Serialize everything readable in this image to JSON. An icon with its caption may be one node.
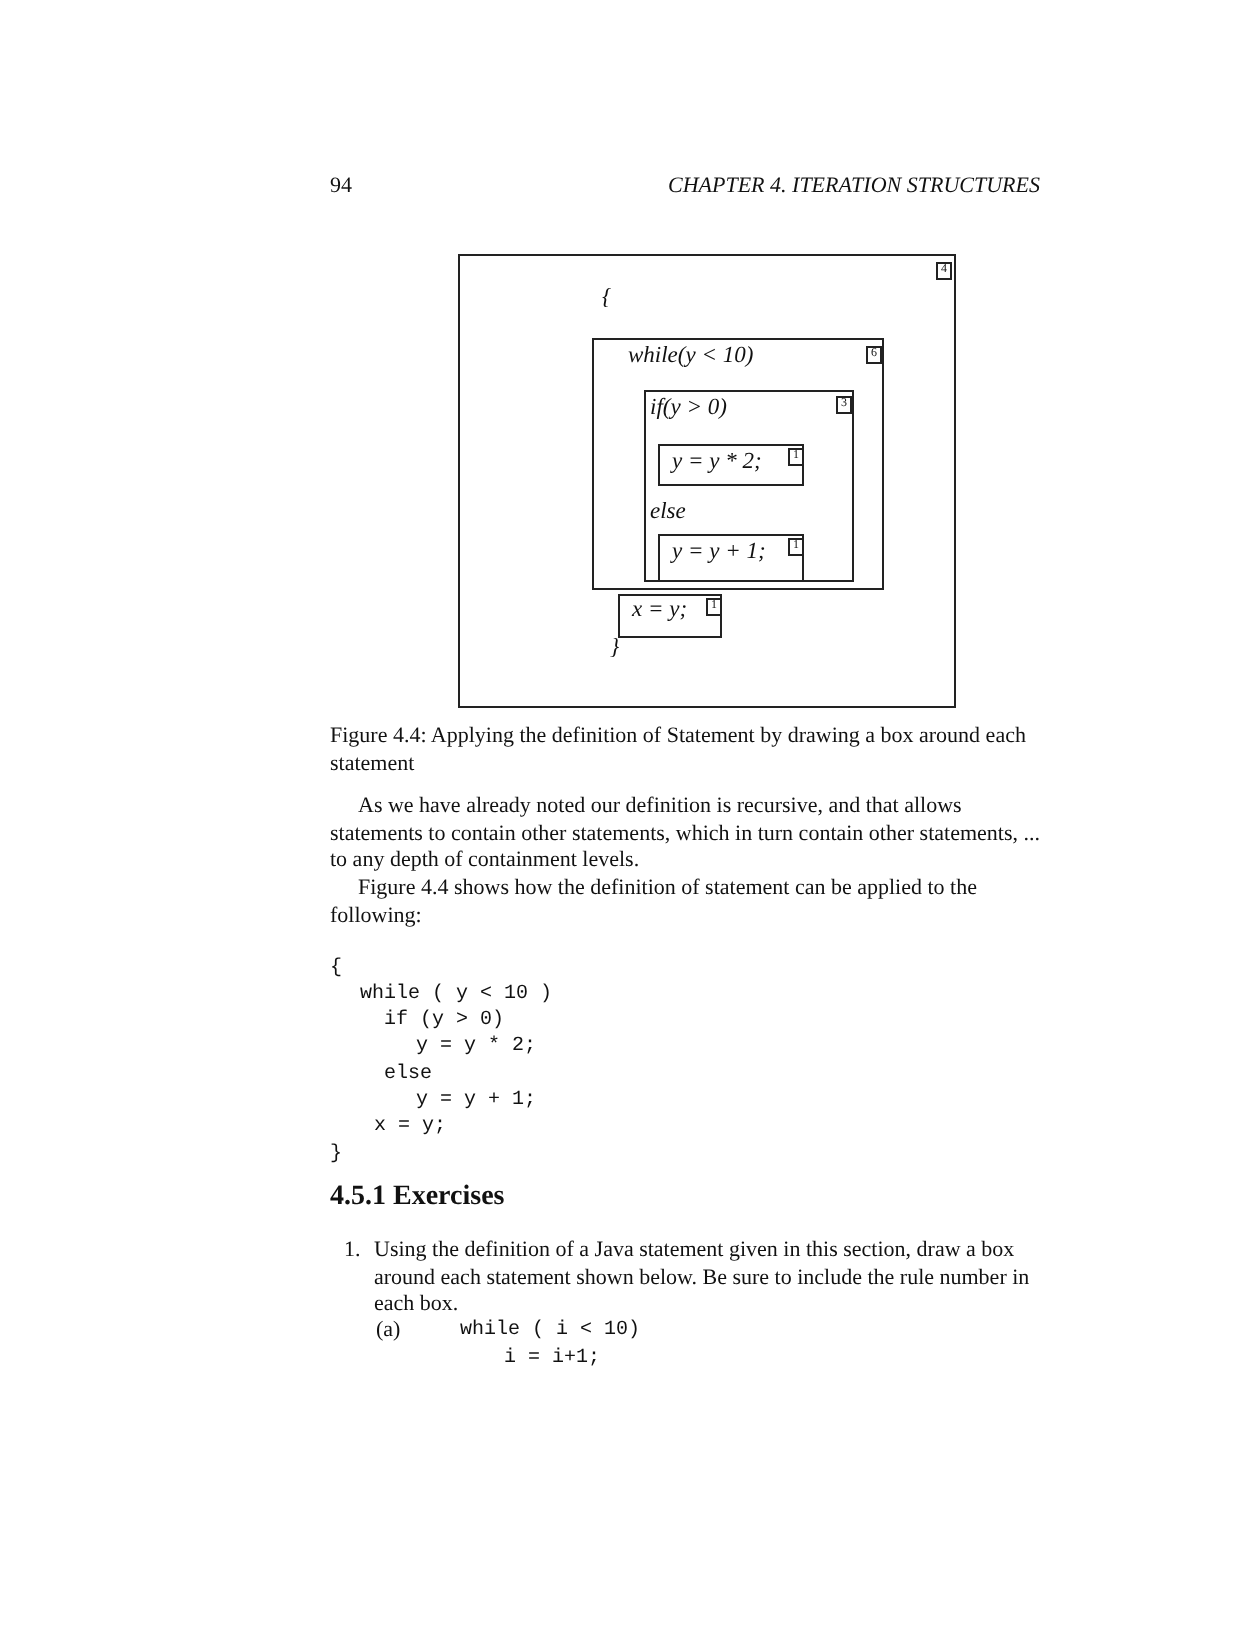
{
  "diagram": {
    "caption": "Figure 4.4: Applying the definition of Statement by drawing a box around each statement",
    "nodes": [
      {
        "text": [
          "{",
          "}"
        ]
      },
      {
        "text": [
          "4"
        ],
        "in": 0
      },
      {
        "text": [
          "while(y < 10)"
        ],
        "in": 0
      },
      {
        "text": [
          "6"
        ],
        "in": 2
      },
      {
        "text": [
          "if(y > 0)",
          "else"
        ],
        "in": 2
      },
      {
        "text": [
          "3"
        ],
        "in": 4
      },
      {
        "text": [
          "y = y * 2;"
        ],
        "in": 4
      },
      {
        "text": [
          "1"
        ],
        "in": 6
      },
      {
        "text": [
          "y = y + 1;"
        ],
        "in": 4
      },
      {
        "text": [
          "1"
        ],
        "in": 8
      },
      {
        "text": [
          "x = y;"
        ],
        "in": 0
      },
      {
        "text": [
          "1"
        ],
        "in": 10
      }
    ],
    "labels": [
      "94",
      "CHAPTER 4. ITERATION STRUCTURES",
      "As we have already noted our definition is recursive, and that allows statements to contain other statements, which in turn contain other statements, ... to any depth of containment levels.",
      "Figure 4.4 shows how the definition of statement can be applied to the following:",
      "{",
      "while ( y < 10 )",
      "if (y > 0)",
      "y = y * 2;",
      "else",
      "y = y + 1;",
      "x = y;",
      "}",
      "4.5.1 Exercises",
      "1.",
      "Using the definition of a Java statement given in this section, draw a box around each statement shown below. Be sure to include the rule number in each box.",
      "(a)",
      "while ( i < 10)",
      "i = i+1;"
    ]
  }
}
